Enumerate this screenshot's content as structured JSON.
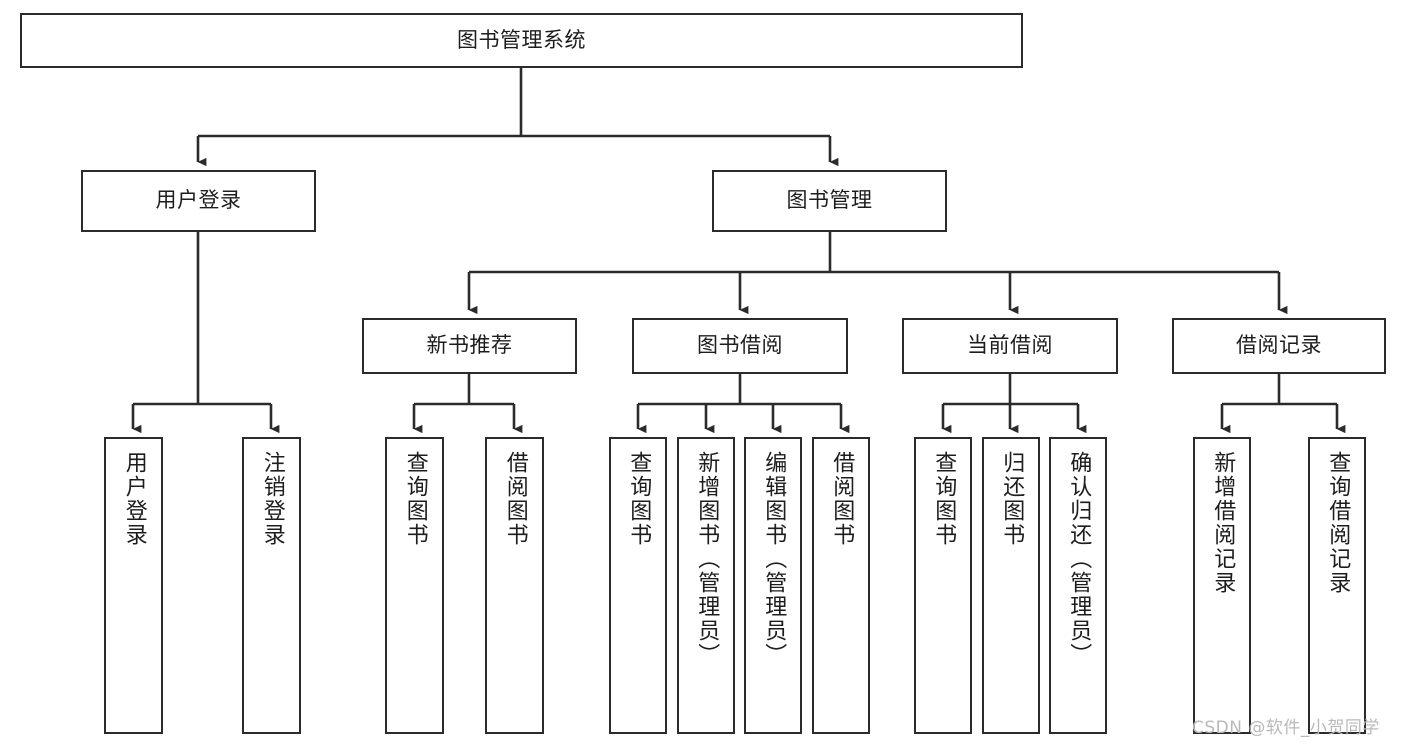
{
  "diagram": {
    "title": "图书管理系统",
    "type": "tree-hierarchy-chart",
    "watermark": "CSDN @软件_小贺同学",
    "colors": {
      "box_border": "#2b2b2b",
      "box_fill": "#ffffff",
      "connector": "#2b2b2b",
      "text": "#1d1d1d",
      "watermark": "#b9b9b9",
      "background": "#ffffff"
    },
    "levels": {
      "root": {
        "label": "图书管理系统"
      },
      "level2": [
        {
          "label": "用户登录"
        },
        {
          "label": "图书管理"
        }
      ],
      "level3": [
        {
          "label": "新书推荐"
        },
        {
          "label": "图书借阅"
        },
        {
          "label": "当前借阅"
        },
        {
          "label": "借阅记录"
        }
      ],
      "level4": {
        "user_login": [
          {
            "label": "用户登录"
          },
          {
            "label": "注销登录"
          }
        ],
        "new_book_recommend": [
          {
            "label": "查询图书"
          },
          {
            "label": "借阅图书"
          }
        ],
        "book_borrow": [
          {
            "label": "查询图书"
          },
          {
            "label": "新增图书（管理员）"
          },
          {
            "label": "编辑图书（管理员）"
          },
          {
            "label": "借阅图书"
          }
        ],
        "current_borrow": [
          {
            "label": "查询图书"
          },
          {
            "label": "归还图书"
          },
          {
            "label": "确认归还（管理员）"
          }
        ],
        "borrow_record": [
          {
            "label": "新增借阅记录"
          },
          {
            "label": "查询借阅记录"
          }
        ]
      }
    }
  }
}
